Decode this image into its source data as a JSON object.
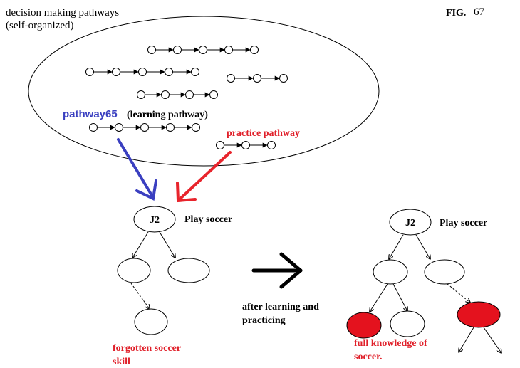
{
  "header": {
    "title_line1": "decision making pathways",
    "title_line2": "(self-organized)",
    "fig_label": "FIG.",
    "fig_number": "67"
  },
  "pathways": {
    "learning_name": "pathway65",
    "learning_desc": "(learning pathway)",
    "practice_label": "practice pathway"
  },
  "left_tree": {
    "root_label": "J2",
    "root_caption": "Play soccer",
    "caption_line1": "forgotten soccer",
    "caption_line2": "skill"
  },
  "transition": {
    "line1": "after learning and",
    "line2": "practicing"
  },
  "right_tree": {
    "root_label": "J2",
    "root_caption": "Play soccer",
    "caption_line1": "full knowledge of",
    "caption_line2": "soccer."
  },
  "colors": {
    "learning_arrow": "#3a3fc0",
    "practice_arrow": "#e8242c",
    "highlight_node": "#e4121e",
    "text": "#000000"
  }
}
